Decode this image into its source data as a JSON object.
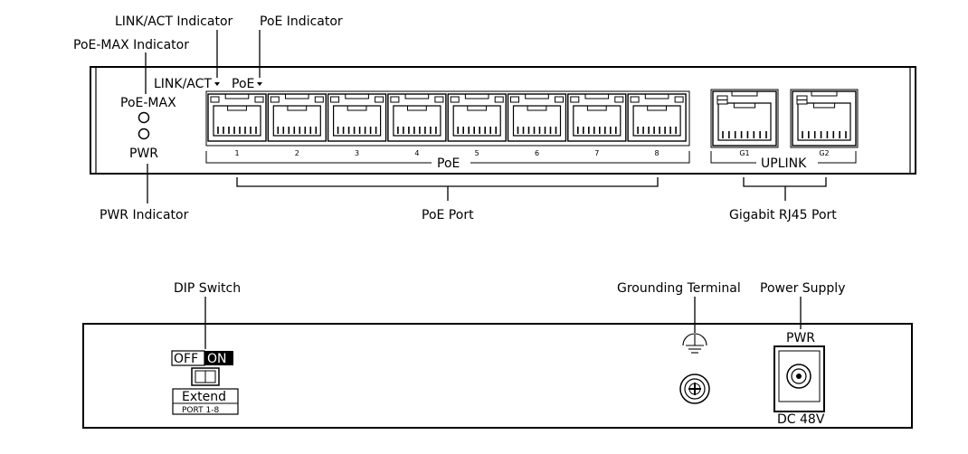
{
  "front_panel": {
    "callouts": {
      "link_act_indicator": "LINK/ACT Indicator",
      "poe_indicator": "PoE Indicator",
      "poe_max_indicator": "PoE-MAX Indicator",
      "pwr_indicator": "PWR Indicator",
      "poe_port": "PoE Port",
      "gigabit_rj45_port": "Gigabit RJ45 Port"
    },
    "labels": {
      "link_act": "LINK/ACT",
      "poe": "PoE",
      "poe_max": "PoE-MAX",
      "pwr": "PWR",
      "poe_group": "PoE",
      "uplink_group": "UPLINK"
    },
    "poe_ports": [
      "1",
      "2",
      "3",
      "4",
      "5",
      "6",
      "7",
      "8"
    ],
    "uplink_ports": [
      "G1",
      "G2"
    ]
  },
  "rear_panel": {
    "callouts": {
      "dip_switch": "DIP Switch",
      "grounding_terminal": "Grounding Terminal",
      "power_supply": "Power Supply"
    },
    "dip": {
      "off": "OFF",
      "on": "ON",
      "extend": "Extend",
      "port_range": "PORT 1-8"
    },
    "power": {
      "pwr": "PWR",
      "dc": "DC 48V"
    }
  }
}
